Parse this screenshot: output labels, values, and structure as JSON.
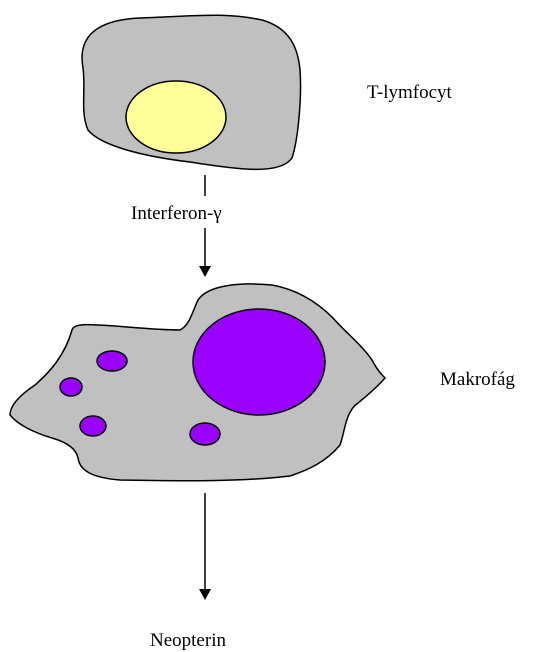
{
  "labels": {
    "t_cell": "T-lymfocyt",
    "interferon": "Interferon-γ",
    "macrophage": "Makrofág",
    "neopterin": "Neopterin"
  },
  "colors": {
    "cell_body": "#c0c0c0",
    "t_cell_nucleus": "#ffff99",
    "macrophage_nucleus": "#9900ff",
    "outline": "#000000"
  }
}
